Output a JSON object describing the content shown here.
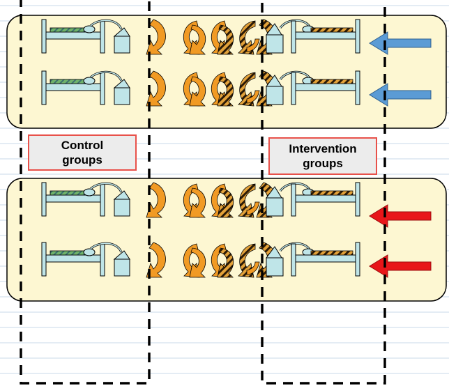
{
  "labels": {
    "control": "Control groups",
    "intervention": "Intervention groups"
  },
  "colors": {
    "background_lines": "#c9d8ea",
    "panel_fill": "#fdf7d2",
    "bed_fill": "#bfe5e8",
    "bar_green": "#6fb26a",
    "bar_hatched": "#a87a2a",
    "arrow_orange": "#f19a24",
    "arrow_hatched": "#d9942a",
    "arrow_blue": "#5b9bd5",
    "arrow_red": "#e8161a",
    "label_border": "#e8514a"
  },
  "panels": [
    {
      "name": "top",
      "arrow_color": "blue",
      "rows": 2
    },
    {
      "name": "bottom",
      "arrow_color": "red",
      "rows": 2
    }
  ]
}
